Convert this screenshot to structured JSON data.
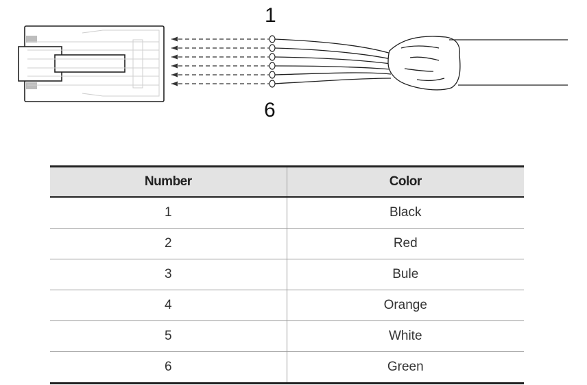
{
  "diagram": {
    "label_top": "1",
    "label_bottom": "6",
    "wire_count": 6
  },
  "table": {
    "headers": [
      "Number",
      "Color"
    ],
    "rows": [
      [
        "1",
        "Black"
      ],
      [
        "2",
        "Red"
      ],
      [
        "3",
        "Bule"
      ],
      [
        "4",
        "Orange"
      ],
      [
        "5",
        "White"
      ],
      [
        "6",
        "Green"
      ]
    ]
  },
  "colors": {
    "header_bg": "#e3e3e3",
    "line": "#222222",
    "divider": "#9a9a9a"
  }
}
